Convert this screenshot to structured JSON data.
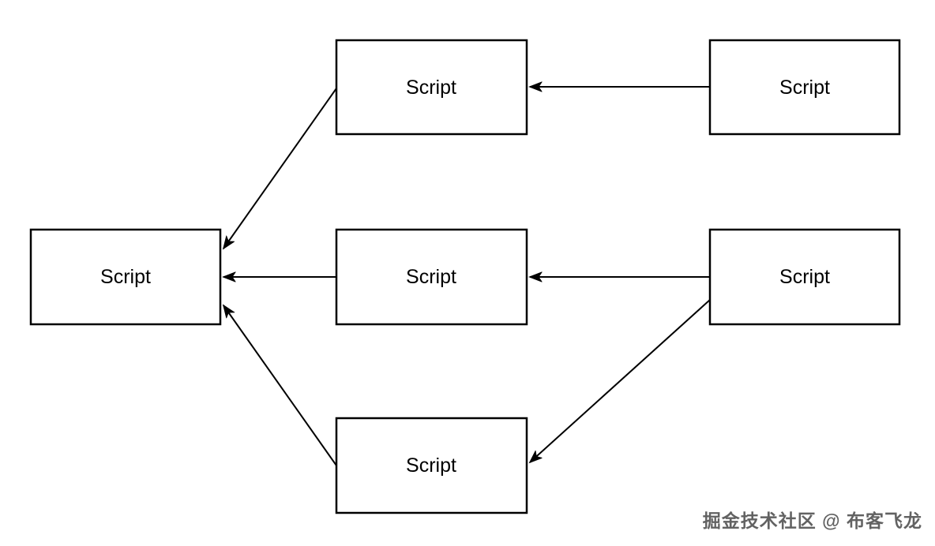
{
  "diagram": {
    "type": "flowchart",
    "colors": {
      "background": "#ffffff",
      "stroke": "#000000",
      "box_fill": "#ffffff",
      "text": "#000000"
    },
    "nodes": [
      {
        "id": "left",
        "label": "Script"
      },
      {
        "id": "top-middle",
        "label": "Script"
      },
      {
        "id": "top-right",
        "label": "Script"
      },
      {
        "id": "middle",
        "label": "Script"
      },
      {
        "id": "right",
        "label": "Script"
      },
      {
        "id": "bottom-middle",
        "label": "Script"
      }
    ],
    "edges": [
      {
        "from": "top-right",
        "to": "top-middle"
      },
      {
        "from": "top-middle",
        "to": "left"
      },
      {
        "from": "middle",
        "to": "left"
      },
      {
        "from": "right",
        "to": "middle"
      },
      {
        "from": "right",
        "to": "bottom-middle"
      },
      {
        "from": "bottom-middle",
        "to": "left"
      }
    ]
  },
  "watermark": {
    "text": "掘金技术社区 @ 布客飞龙",
    "color": "#404040"
  }
}
